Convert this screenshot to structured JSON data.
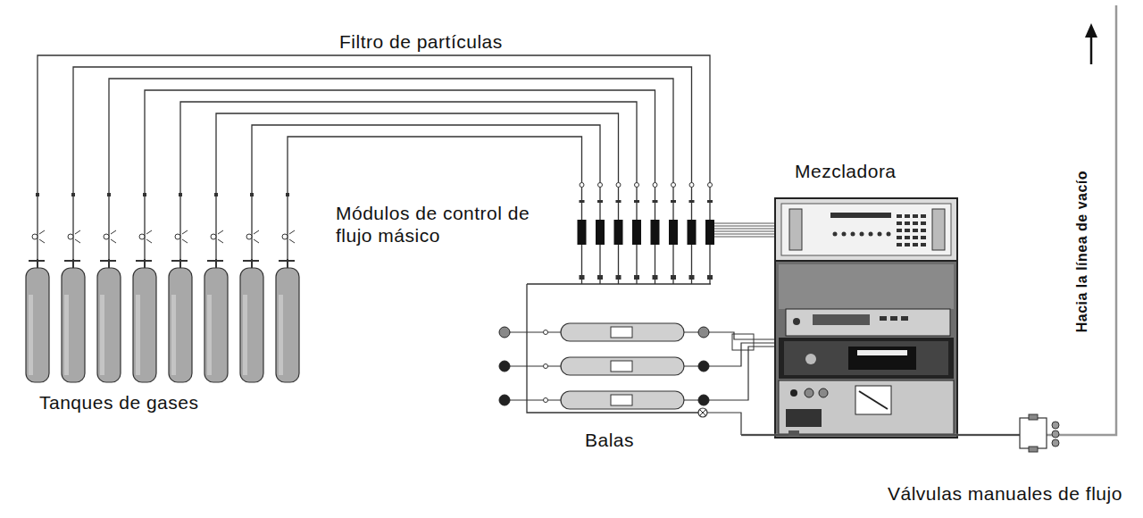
{
  "diagram": {
    "nodes": [
      {
        "text": [
          "Mezcladora"
        ]
      }
    ],
    "labels": [
      "Filtro de partículas",
      "Módulos de control de flujo másico",
      "Tanques de gases",
      "Balas",
      "Válvulas manuales de flujo",
      "Hacia la línea de vacío"
    ]
  }
}
